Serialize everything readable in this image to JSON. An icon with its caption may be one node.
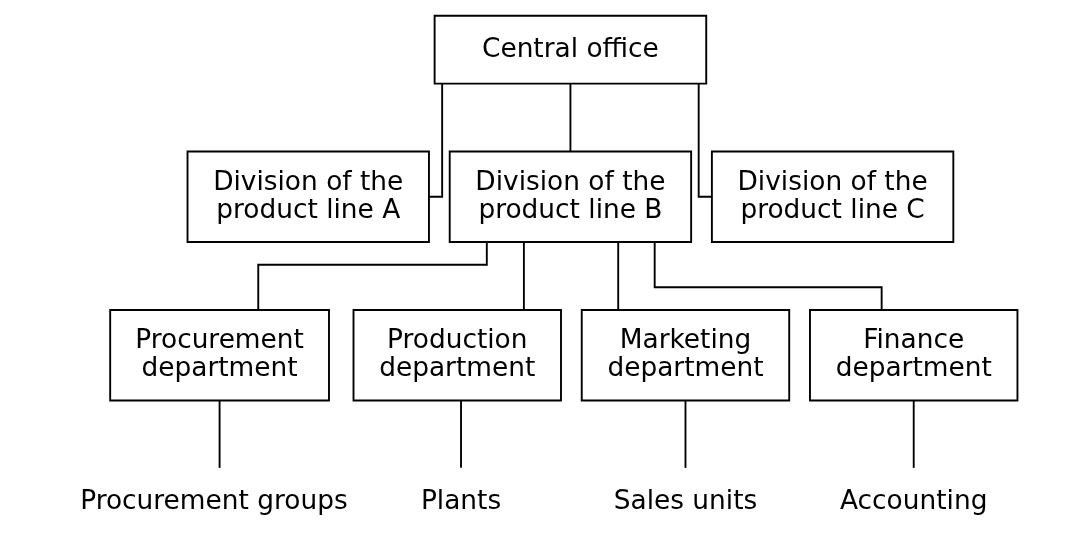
{
  "diagram": {
    "nodes": [
      {
        "text": [
          "Central office"
        ]
      },
      {
        "text": [
          "Division of the product line A"
        ]
      },
      {
        "text": [
          "Division of the product line B"
        ]
      },
      {
        "text": [
          "Division of the product line C"
        ]
      },
      {
        "text": [
          "Procurement department"
        ]
      },
      {
        "text": [
          "Production department"
        ]
      },
      {
        "text": [
          "Marketing department"
        ]
      },
      {
        "text": [
          "Finance department"
        ]
      },
      {
        "text": [
          "Procurement groups"
        ]
      },
      {
        "text": [
          "Plants"
        ]
      },
      {
        "text": [
          "Sales units"
        ]
      },
      {
        "text": [
          "Accounting"
        ]
      }
    ],
    "edges": [
      {
        "from": 0,
        "to": 1,
        "arrow": "none"
      },
      {
        "from": 0,
        "to": 2,
        "arrow": "none"
      },
      {
        "from": 0,
        "to": 3,
        "arrow": "none"
      },
      {
        "from": 2,
        "to": 4,
        "arrow": "none"
      },
      {
        "from": 2,
        "to": 5,
        "arrow": "none"
      },
      {
        "from": 2,
        "to": 6,
        "arrow": "none"
      },
      {
        "from": 2,
        "to": 7,
        "arrow": "none"
      },
      {
        "from": 4,
        "to": 8,
        "arrow": "none"
      },
      {
        "from": 5,
        "to": 9,
        "arrow": "none"
      },
      {
        "from": 6,
        "to": 10,
        "arrow": "none"
      },
      {
        "from": 7,
        "to": 11,
        "arrow": "none"
      }
    ]
  }
}
